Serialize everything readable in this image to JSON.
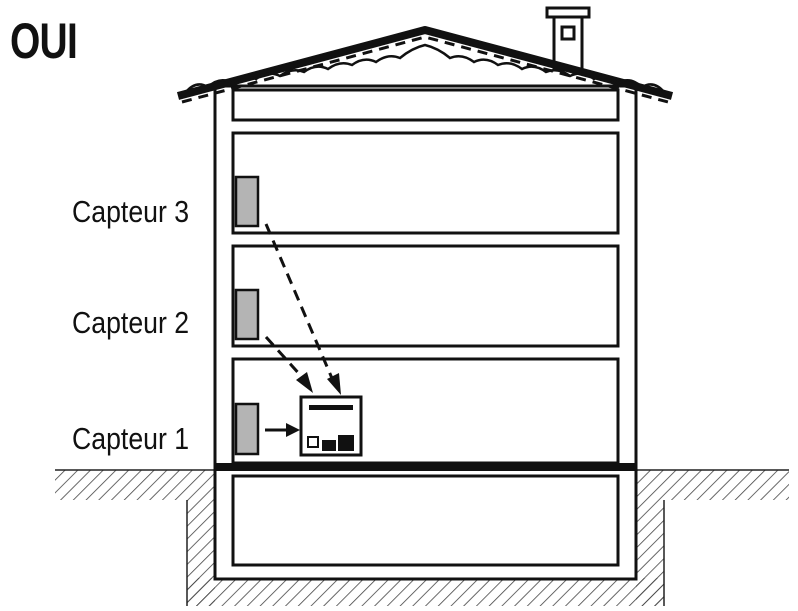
{
  "title": "OUI",
  "sensors": [
    {
      "label": "Capteur 3"
    },
    {
      "label": "Capteur 2"
    },
    {
      "label": "Capteur 1"
    }
  ],
  "colors": {
    "line": "#111111",
    "sensor_fill": "#b4b4b4",
    "hatch": "#444444",
    "background": "#ffffff"
  }
}
